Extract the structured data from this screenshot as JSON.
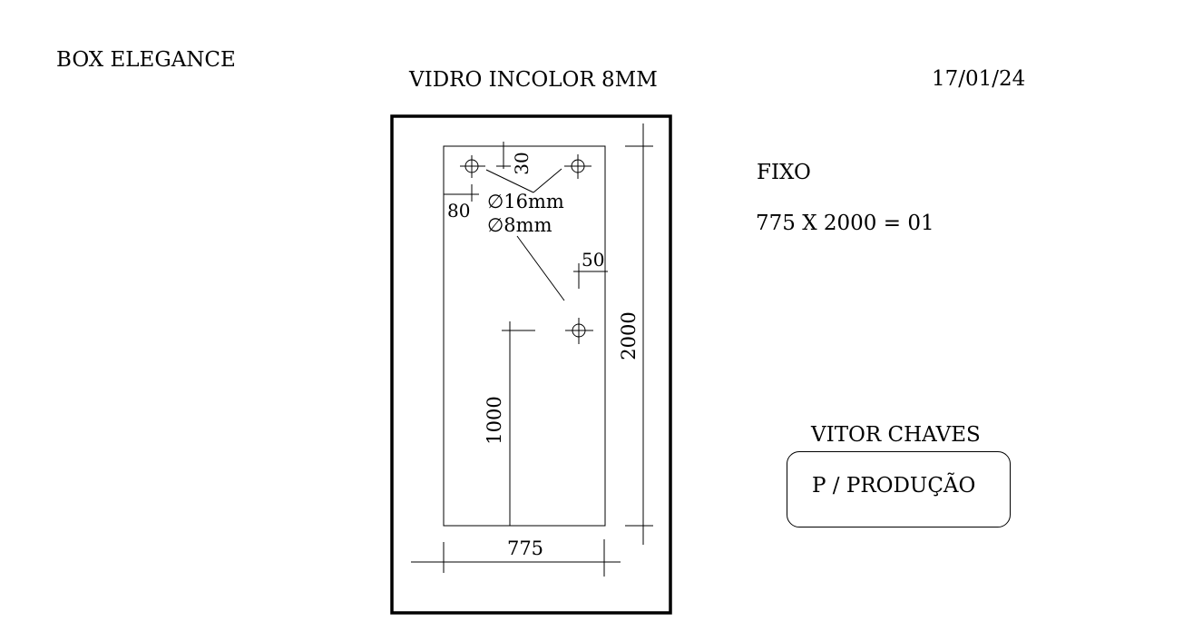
{
  "header": {
    "company": "BOX ELEGANCE",
    "material": "VIDRO INCOLOR 8MM",
    "date": "17/01/24"
  },
  "piece": {
    "type": "FIXO",
    "dimensions": "775 X 2000 = 01"
  },
  "drawing": {
    "width_label": "775",
    "height_label": "2000",
    "hole_from_bottom_label": "1000",
    "top_hole_offset_label": "30",
    "side_hole_offset_label": "80",
    "right_hole_offset_label": "50",
    "hole_large_label": "∅16mm",
    "hole_small_label": "∅8mm"
  },
  "footer": {
    "author": "VITOR CHAVES",
    "stamp": "P / PRODUÇÃO"
  },
  "colors": {
    "ink": "#000000",
    "background": "#ffffff"
  }
}
